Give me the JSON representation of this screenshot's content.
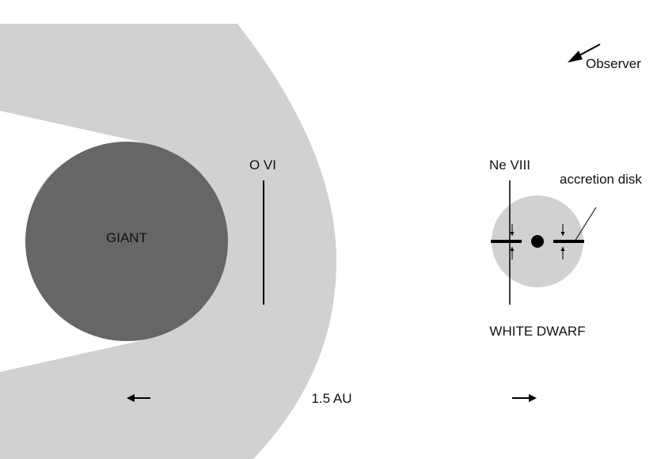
{
  "labels": {
    "giant": "GIANT",
    "ovi": "O VI",
    "neviii": "Ne VIII",
    "accretion_disk": "accretion disk",
    "white_dwarf": "WHITE DWARF",
    "scale": "1.5 AU",
    "observer": "Observer"
  },
  "colors": {
    "wind": "#d1d1d1",
    "giant": "#666666",
    "halo": "#d1d1d1",
    "ink": "#000000",
    "text": "#111111"
  },
  "icons": {
    "observer_arrow": "arrow-down-left-icon",
    "scale_left_arrow": "arrow-left-icon",
    "scale_right_arrow": "arrow-right-icon"
  }
}
